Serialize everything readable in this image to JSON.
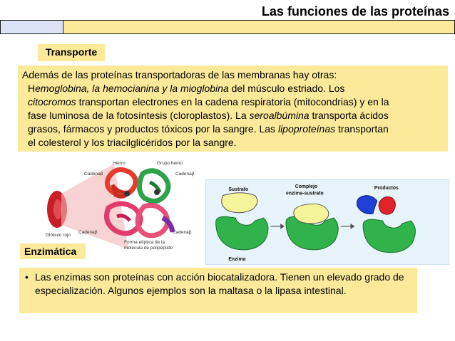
{
  "slide": {
    "title": "Las funciones de las proteínas"
  },
  "sections": {
    "transporte": {
      "label": "Transporte",
      "line1": "Además de las proteínas transportadoras de las membranas hay otras:",
      "l2a": "H",
      "l2b": "emoglobina, la hemocianina y la mioglobina",
      "l2c": " del músculo estriado. Los",
      "l3a": "citocromos",
      "l3b": " transportan electrones en la cadena respiratoria (mitocondrias) y en la",
      "l4a": "fase luminosa de la fotosíntesis (cloroplastos). La ",
      "l4b": "seroalbúmina",
      "l4c": " transporta ácidos",
      "l5a": "grasos, fármacos y productos tóxicos por la sangre. Las ",
      "l5b": "lipoproteínas",
      "l5c": " transportan",
      "l6": "el colesterol y los triacilglicéridos por la sangre."
    },
    "enzimatica": {
      "label": "Enzimática",
      "bullet": "Las enzimas son proteínas con acción biocatalizadora. Tienen un elevado grado de especialización. Algunos ejemplos son la maltasa o la lipasa intestinal."
    }
  },
  "figures": {
    "hemoglobin": {
      "hierro": "Hierro",
      "grupo_hemo": "Grupo hemo",
      "cadena_b1": "Cadenaβ",
      "cadena_b2": "Cadenaβ",
      "cadena_b3": "Cadenaβ",
      "cadena_b4": "Cadenaβ",
      "globulo_rojo": "Glóbulo rojo",
      "forma_eliptica_1": "Forma elíptica de la",
      "forma_eliptica_2": "molécula de polipéptido"
    },
    "enzyme": {
      "sustrato": "Sustrato",
      "complejo_1": "Complejo",
      "complejo_2": "enzima-sustrato",
      "productos": "Productos",
      "enzima": "Enzima"
    }
  },
  "colors": {
    "highlight_yellow": "#fce99a",
    "header_block_blue": "#dde3f7",
    "substrate_yellow": "#f4f49a",
    "enzyme_green": "#2fb34a",
    "product_blue": "#1f3fd6",
    "product_red": "#e0242a"
  }
}
